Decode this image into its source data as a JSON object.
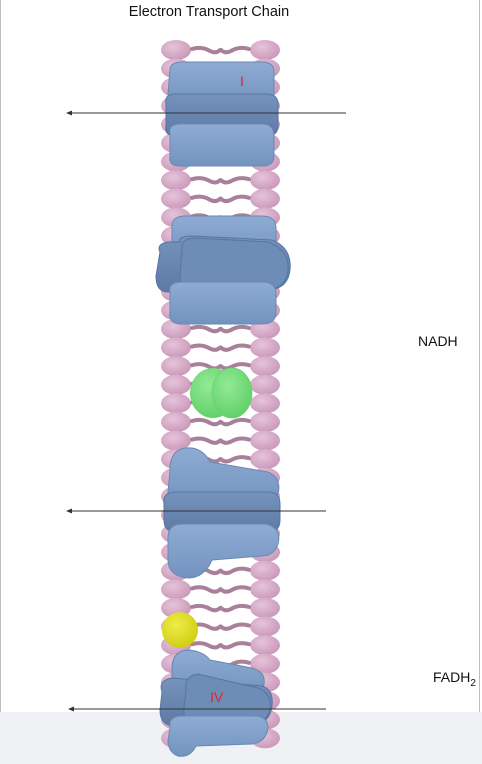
{
  "title": "Electron Transport Chain",
  "labels": {
    "nadh": "NADH",
    "fadh_main": "FADH",
    "fadh_sub": "2"
  },
  "complexes": {
    "complex_1": "I",
    "complex_4": "IV"
  },
  "colors": {
    "lipid_head": "#d4a8c4",
    "lipid_tail": "#a88099",
    "protein": "#7f9dc6",
    "protein_dark": "#6483ad",
    "ubiquinone": "#79dc7d",
    "cytochrome_c": "#dcdb1e",
    "label": "#e8231c",
    "arrow": "#333333"
  }
}
